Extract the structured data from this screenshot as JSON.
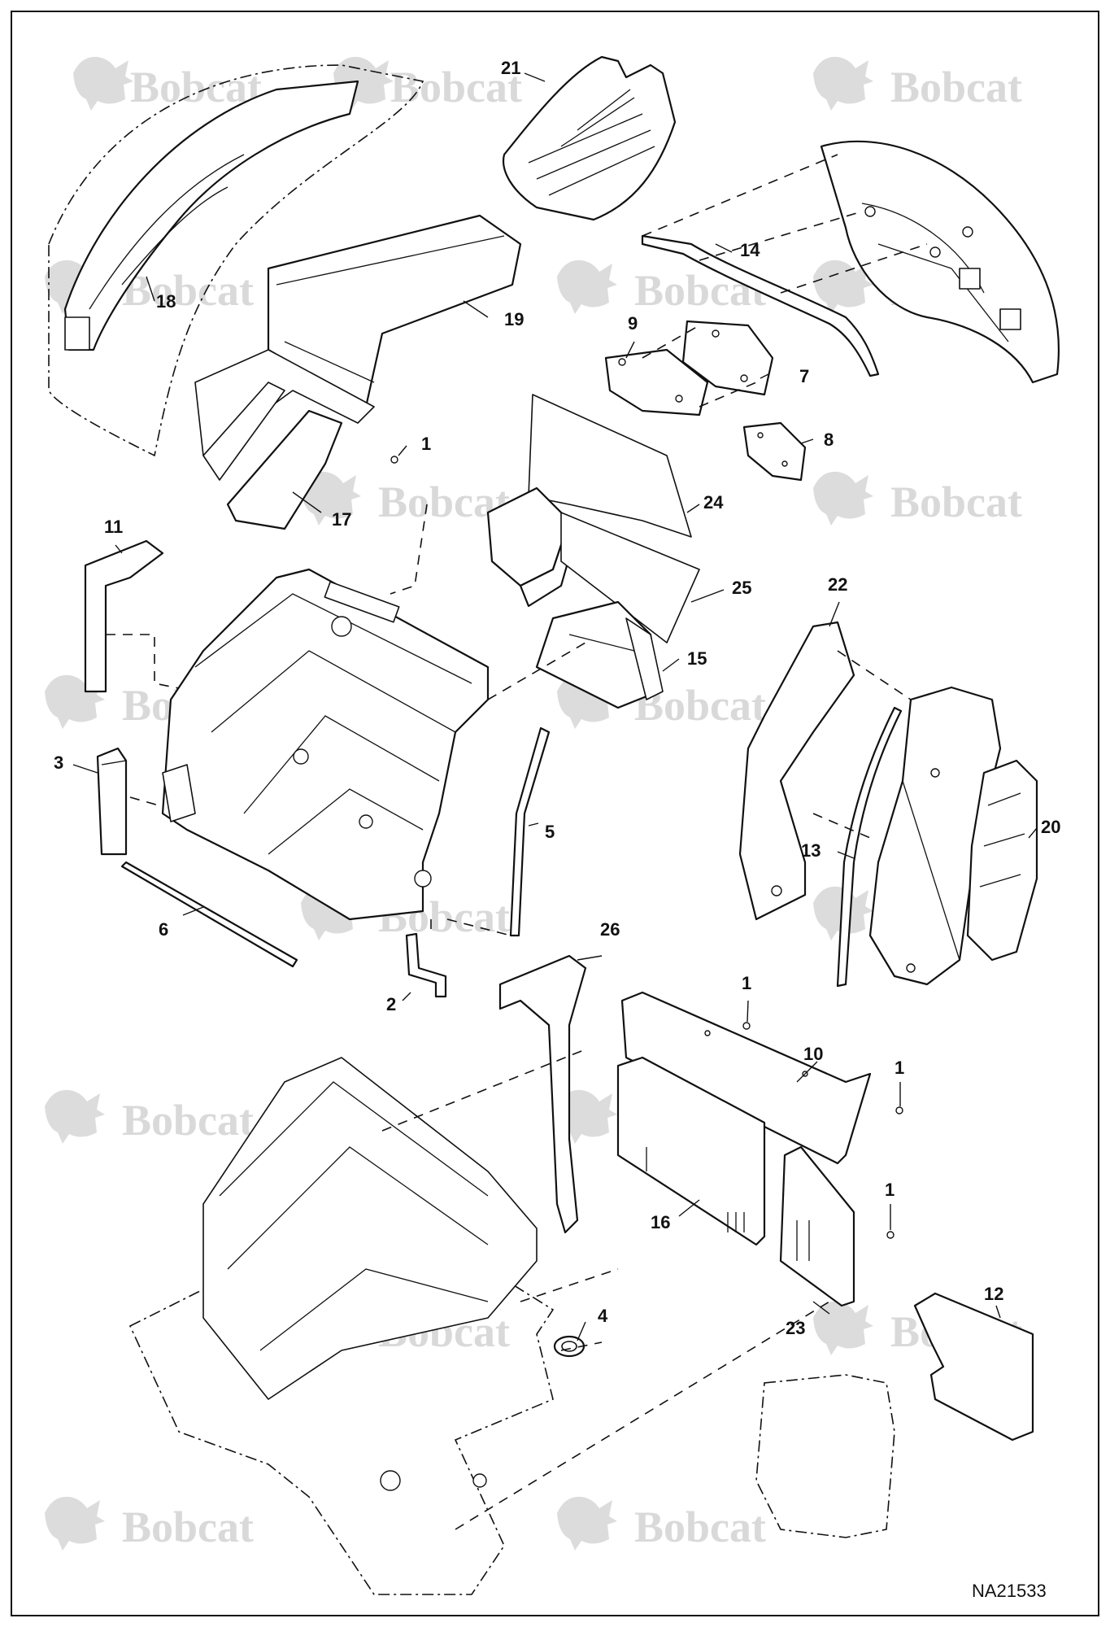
{
  "watermark": {
    "text": "Bobcat"
  },
  "figure_id": "NA21533",
  "callouts": {
    "c1a": "1",
    "c1b": "1",
    "c1c": "1",
    "c1d": "1",
    "c2": "2",
    "c3": "3",
    "c4": "4",
    "c5": "5",
    "c6": "6",
    "c7": "7",
    "c8": "8",
    "c9": "9",
    "c10": "10",
    "c11": "11",
    "c12": "12",
    "c13": "13",
    "c14": "14",
    "c15": "15",
    "c16": "16",
    "c17": "17",
    "c18": "18",
    "c19": "19",
    "c20": "20",
    "c21": "21",
    "c22": "22",
    "c23": "23",
    "c24": "24",
    "c25": "25",
    "c26": "26"
  },
  "colors": {
    "line": "#111111",
    "watermark": "#d9d9d9",
    "background": "#ffffff"
  }
}
